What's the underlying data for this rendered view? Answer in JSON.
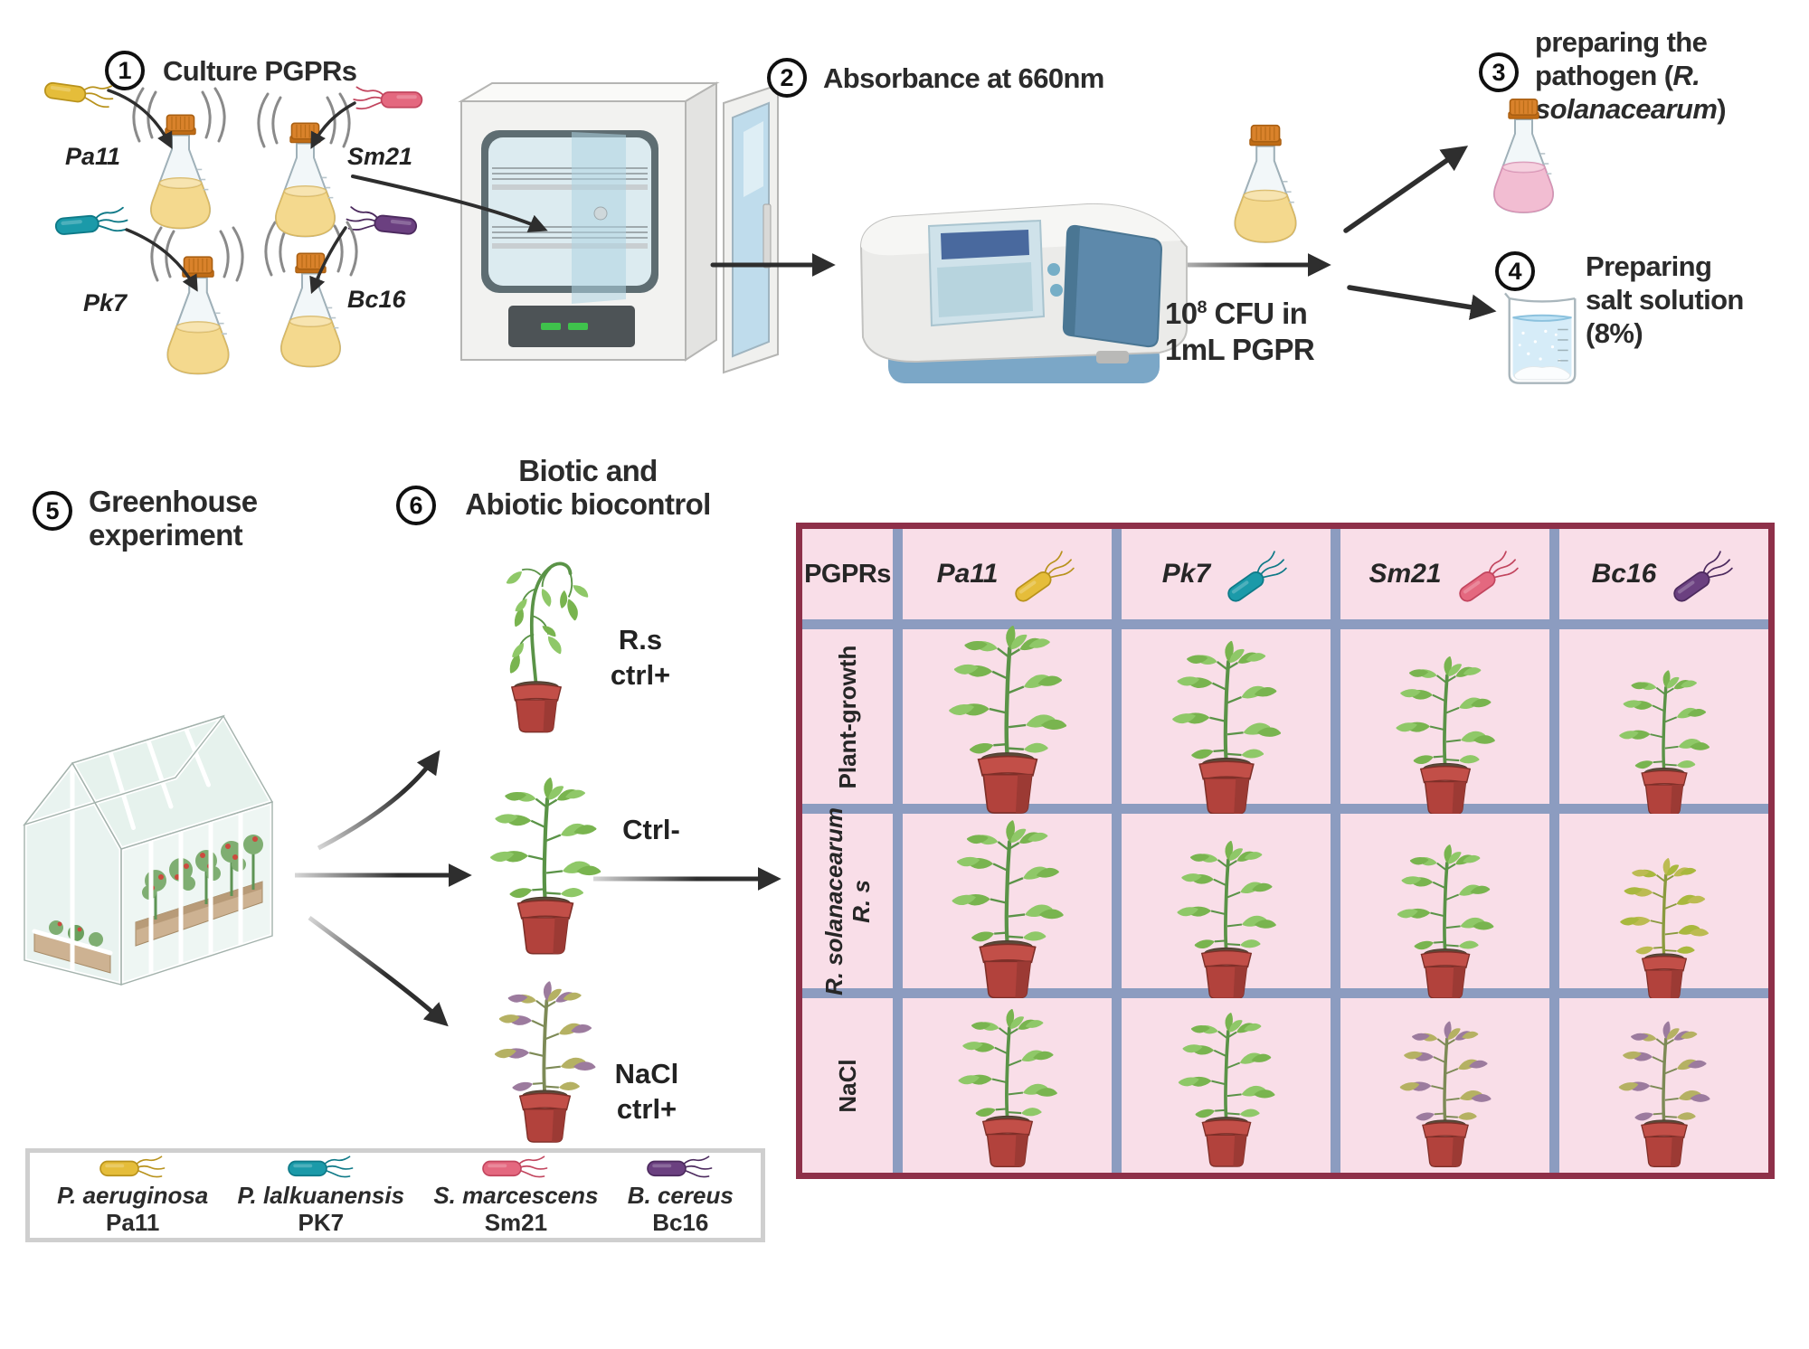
{
  "colors": {
    "pa11": "#e5bd3a",
    "pa11_dark": "#b8921c",
    "pk7": "#1b9aa9",
    "pk7_dark": "#0e7987",
    "sm21": "#e4687f",
    "sm21_dark": "#c2455e",
    "bc16": "#6b4080",
    "bc16_dark": "#4c2a5e",
    "table_bg": "#f9dee8",
    "table_grid": "#8c9cc0",
    "table_border": "#8e3049",
    "arrow": "#2e2e2e",
    "text": "#262626",
    "liquid_yellow": "#f4d98e",
    "liquid_pink": "#f2bdd2"
  },
  "steps": [
    {
      "num": "1",
      "label": "Culture PGPRs"
    },
    {
      "num": "2",
      "label": "Absorbance at 660nm"
    },
    {
      "num": "3",
      "prefix": "preparing the pathogen (",
      "italic": "R. solanacearum",
      "suffix": ")"
    },
    {
      "num": "4",
      "label": "Preparing salt solution (8%)"
    },
    {
      "num": "5",
      "line1": "Greenhouse",
      "line2": "experiment"
    },
    {
      "num": "6",
      "line1": "Biotic and",
      "line2": "Abiotic biocontrol"
    }
  ],
  "flasks": {
    "pa11": "Pa11",
    "sm21": "Sm21",
    "pk7": "Pk7",
    "bc16": "Bc16"
  },
  "inoculum": {
    "base": "10",
    "exponent": "8",
    "rest": "CFU in",
    "line2": "1mL PGPR"
  },
  "controls": {
    "rs": {
      "line1": "R.s",
      "line2": "ctrl+"
    },
    "negative": {
      "line1": "Ctrl-"
    },
    "nacl": {
      "line1": "NaCl",
      "line2": "ctrl+"
    }
  },
  "table": {
    "corner_header": "PGPRs",
    "columns": [
      "Pa11",
      "Pk7",
      "Sm21",
      "Bc16"
    ],
    "row_labels": [
      [
        "Plant-growth"
      ],
      [
        "R. solanacearum",
        "R. s"
      ],
      [
        "NaCl"
      ]
    ],
    "cells": [
      [
        {
          "plant": "upright",
          "palette": "healthy",
          "scale": 1.12
        },
        {
          "plant": "upright",
          "palette": "healthy",
          "scale": 1.03
        },
        {
          "plant": "upright",
          "palette": "healthy",
          "scale": 0.94
        },
        {
          "plant": "upright",
          "palette": "healthy",
          "scale": 0.86
        }
      ],
      [
        {
          "plant": "upright",
          "palette": "healthy",
          "scale": 1.06
        },
        {
          "plant": "upright",
          "palette": "healthy",
          "scale": 0.94
        },
        {
          "plant": "upright",
          "palette": "healthy",
          "scale": 0.92
        },
        {
          "plant": "upright",
          "palette": "yellow",
          "scale": 0.84
        }
      ],
      [
        {
          "plant": "upright",
          "palette": "healthy",
          "scale": 0.94
        },
        {
          "plant": "upright",
          "palette": "healthy",
          "scale": 0.92
        },
        {
          "plant": "upright",
          "palette": "stress",
          "scale": 0.87
        },
        {
          "plant": "upright",
          "palette": "stress",
          "scale": 0.87
        }
      ]
    ]
  },
  "legend": [
    {
      "species": "P. aeruginosa",
      "strain": "Pa11"
    },
    {
      "species": "P. lalkuanensis",
      "strain": "PK7"
    },
    {
      "species": "S. marcescens",
      "strain": "Sm21"
    },
    {
      "species": "B. cereus",
      "strain": "Bc16"
    }
  ]
}
